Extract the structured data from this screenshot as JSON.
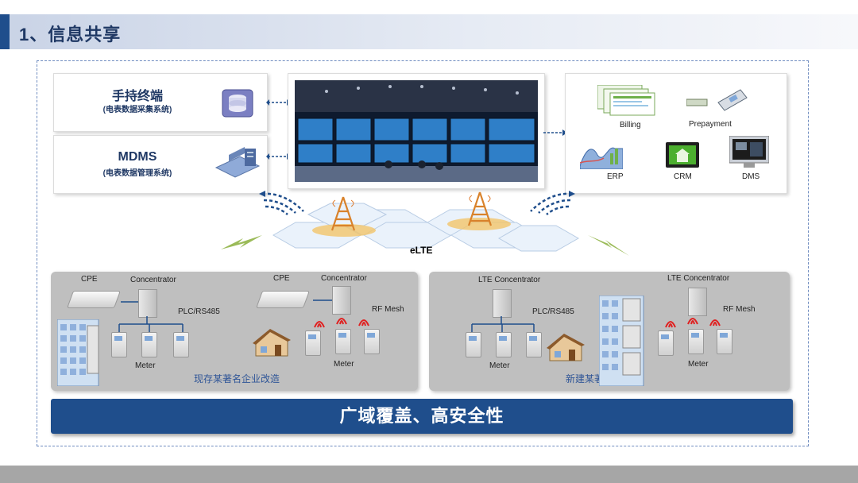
{
  "header": {
    "title": "1、信息共享"
  },
  "left_cards": [
    {
      "title": "手持终端",
      "subtitle": "(电表数据采集系统)"
    },
    {
      "title": "MDMS",
      "subtitle": "(电表数据管理系统)"
    }
  ],
  "apps": {
    "billing": "Billing",
    "prepayment": "Prepayment",
    "erp": "ERP",
    "crm": "CRM",
    "dms": "DMS"
  },
  "network": {
    "elte": "eLTE"
  },
  "left_site": {
    "cpe1": "CPE",
    "concentrator1": "Concentrator",
    "plc": "PLC/RS485",
    "meter1": "Meter",
    "cpe2": "CPE",
    "concentrator2": "Concentrator",
    "rf": "RF Mesh",
    "meter2": "Meter",
    "caption": "现存某著名企业改造"
  },
  "right_site": {
    "lte_conc1": "LTE Concentrator",
    "plc": "PLC/RS485",
    "meter1": "Meter",
    "lte_conc2": "LTE Concentrator",
    "rf": "RF Mesh",
    "meter2": "Meter",
    "caption": "新建某著名企业"
  },
  "banner": {
    "text": "广域覆盖、高安全性"
  },
  "colors": {
    "primary": "#1f4e8c",
    "panel": "#bfbfbf",
    "title_text": "#1f3864",
    "caption_text": "#2f5597"
  }
}
